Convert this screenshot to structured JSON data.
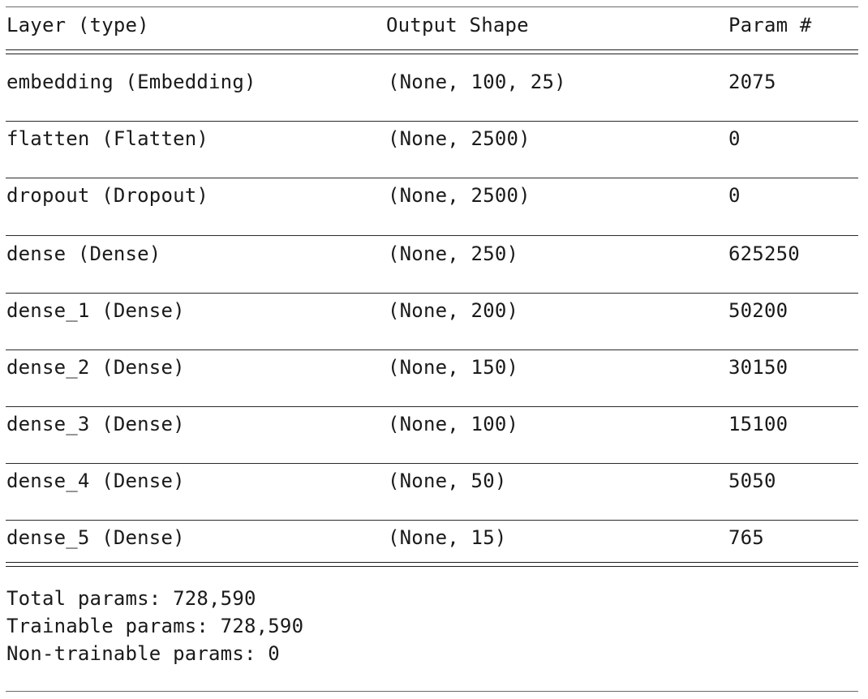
{
  "header": {
    "layer_col": "Layer (type)",
    "shape_col": "Output Shape",
    "param_col": "Param #"
  },
  "rows": [
    {
      "layer": "embedding (Embedding)",
      "shape": "(None, 100, 25)",
      "params": "2075"
    },
    {
      "layer": "flatten (Flatten)",
      "shape": "(None, 2500)",
      "params": "0"
    },
    {
      "layer": "dropout (Dropout)",
      "shape": "(None, 2500)",
      "params": "0"
    },
    {
      "layer": "dense (Dense)",
      "shape": "(None, 250)",
      "params": "625250"
    },
    {
      "layer": "dense_1 (Dense)",
      "shape": "(None, 200)",
      "params": "50200"
    },
    {
      "layer": "dense_2 (Dense)",
      "shape": "(None, 150)",
      "params": "30150"
    },
    {
      "layer": "dense_3 (Dense)",
      "shape": "(None, 100)",
      "params": "15100"
    },
    {
      "layer": "dense_4 (Dense)",
      "shape": "(None, 50)",
      "params": "5050"
    },
    {
      "layer": "dense_5 (Dense)",
      "shape": "(None, 15)",
      "params": "765"
    }
  ],
  "footer": {
    "total": "Total params: 728,590",
    "trainable": "Trainable params: 728,590",
    "non_trainable": "Non-trainable params: 0"
  }
}
